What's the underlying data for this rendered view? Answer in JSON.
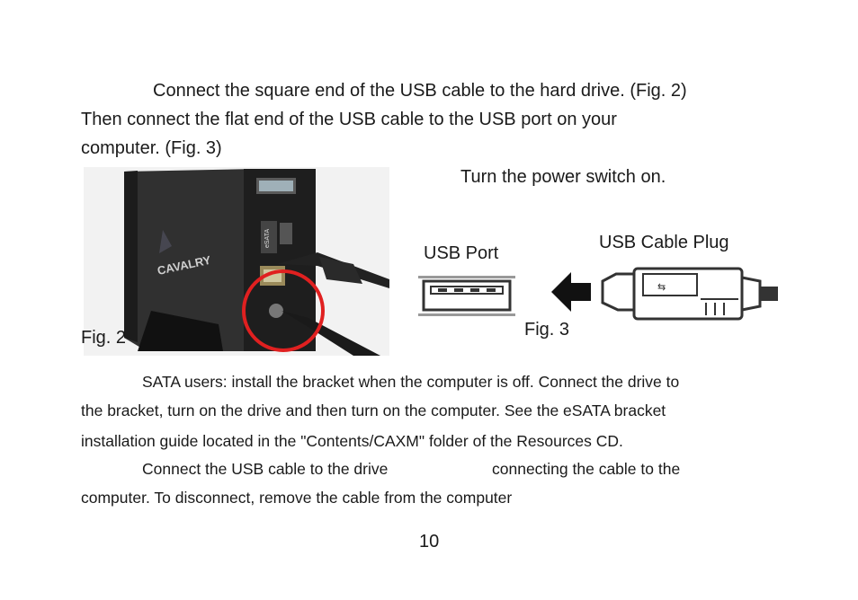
{
  "paragraph1": {
    "line1": "Connect the square end of the USB cable to the hard drive. (Fig. 2)",
    "line2": "Then connect the flat end of the USB cable to the USB port on your",
    "line3": "computer. (Fig. 3)"
  },
  "power_instruction": "Turn the power switch on.",
  "figures": {
    "usb_port_label": "USB Port",
    "usb_cable_plug_label": "USB Cable Plug",
    "fig2_caption": "Fig. 2",
    "fig3_caption": "Fig. 3",
    "drive_brand": "CAVALRY",
    "drive_port_label": "eSATA"
  },
  "paragraph2": {
    "line1": "SATA users: install the bracket when the computer is off. Connect the drive to",
    "line2": "the bracket, turn on the drive and then turn on the computer. See the eSATA bracket",
    "line3": "installation guide located in the \"Contents/CAXM\" folder of the Resources CD.",
    "line4a": "Connect the USB cable to the drive",
    "line4b": "connecting the cable to the",
    "line5": "computer. To disconnect, remove the cable from the computer"
  },
  "page_number": "10",
  "colors": {
    "text": "#1a1a1a",
    "highlight_circle": "#e02020",
    "drive_body": "#2a2a2a"
  }
}
